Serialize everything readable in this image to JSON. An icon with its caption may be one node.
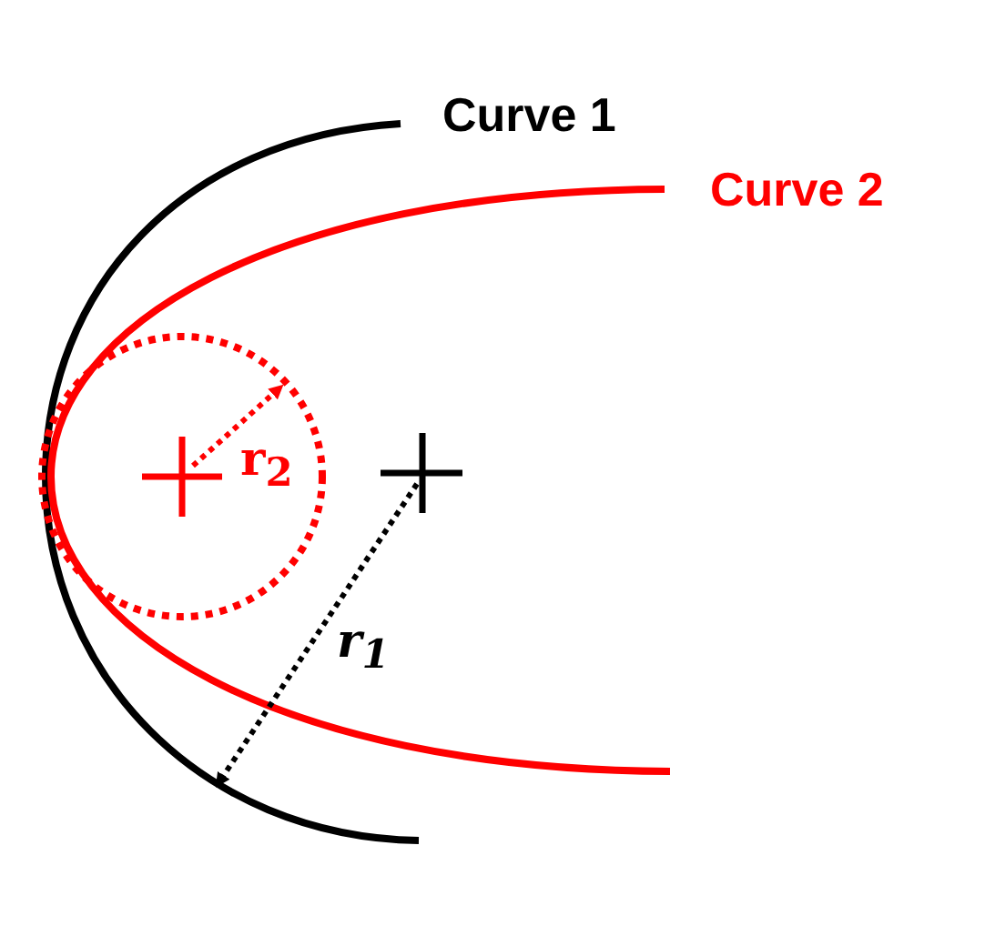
{
  "diagram": {
    "labels": [
      "Curve 1",
      "Curve 2",
      "r$_{2}$",
      "r$_{1}$"
    ]
  }
}
